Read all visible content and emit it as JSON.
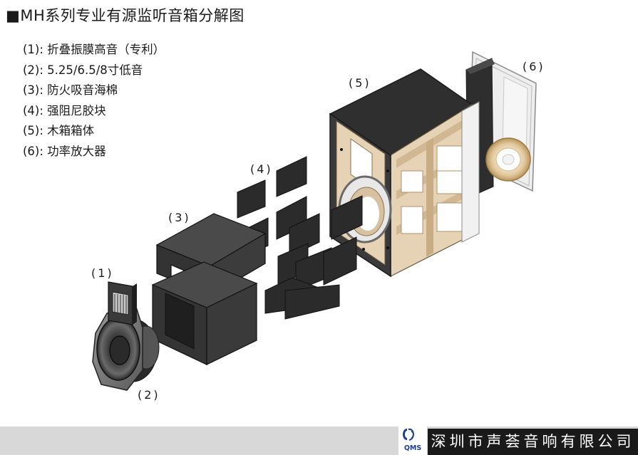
{
  "title": "■MH系列专业有源监听音箱分解图",
  "legend": [
    "(1): 折叠振膜高音（专利）",
    "(2): 5.25/6.5/8寸低音",
    "(3): 防火吸音海棉",
    "(4): 强阻尼胶块",
    "(5): 木箱箱体",
    "(6): 功率放大器"
  ],
  "callouts": {
    "c1": "(1)",
    "c2": "(2)",
    "c3": "(3)",
    "c4": "(4)",
    "c5": "(5)",
    "c6": "(6)"
  },
  "footer": {
    "company": "深圳市声荟音响有限公司",
    "logo_text": "QMS"
  },
  "colors": {
    "dark_part": "#2f2f2f",
    "foam": "#3a3a3a",
    "wood": "#e6d3b6",
    "footer_bar": "#d8d8d8",
    "footer_company_bg": "#1a1a1a",
    "logo_blue": "#1c3f8f"
  }
}
